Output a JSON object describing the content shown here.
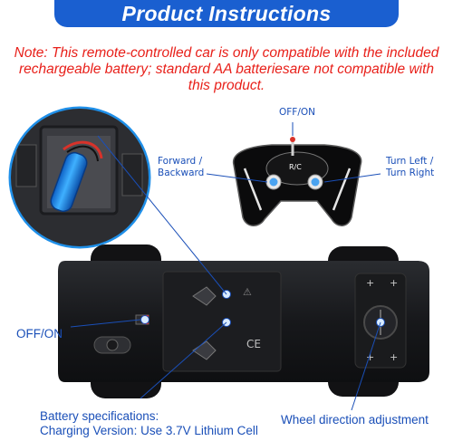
{
  "header": {
    "title": "Product Instructions"
  },
  "note": {
    "text": "Note: This remote-controlled car is only compatible  with the included rechargeable battery; standard AA batteriesare not compatible with this product."
  },
  "remote": {
    "power_label": "OFF/ON",
    "forward_label": "Forward /",
    "backward_label": "Backward",
    "left_label": "Turn Left /",
    "right_label": "Turn Right",
    "badge": "R/C"
  },
  "car": {
    "switch_label": "OFF/ON",
    "battery_spec_title": "Battery specifications:",
    "battery_spec_value": "Charging Version: Use 3.7V Lithium Cell",
    "wheel_adjust_label": "Wheel direction adjustment",
    "ce_mark": "CE"
  },
  "colors": {
    "banner": "#1a5fd0",
    "note": "#e8201a",
    "labels": "#1a4fb8",
    "battery": "#1f8fe8"
  }
}
